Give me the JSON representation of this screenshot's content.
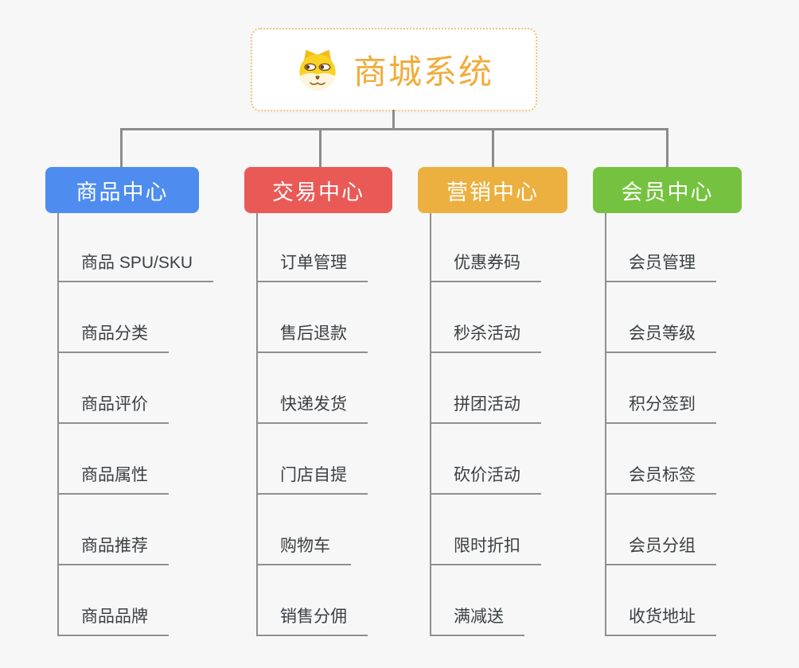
{
  "root": {
    "title": "商城系统",
    "icon": "doge-icon"
  },
  "colors": {
    "root_accent": "#f0ac3c",
    "root_border": "#f0c27a",
    "connector": "#8c8c8c",
    "item_text": "#3c4043",
    "background": "#f7f7f7"
  },
  "branches": [
    {
      "id": "product-center",
      "label": "商品中心",
      "color": "#4e8cef",
      "items": [
        "商品 SPU/SKU",
        "商品分类",
        "商品评价",
        "商品属性",
        "商品推荐",
        "商品品牌"
      ]
    },
    {
      "id": "trade-center",
      "label": "交易中心",
      "color": "#e95a56",
      "items": [
        "订单管理",
        "售后退款",
        "快递发货",
        "门店自提",
        "购物车",
        "销售分佣"
      ]
    },
    {
      "id": "marketing-center",
      "label": "营销中心",
      "color": "#ecb040",
      "items": [
        "优惠券码",
        "秒杀活动",
        "拼团活动",
        "砍价活动",
        "限时折扣",
        "满减送"
      ]
    },
    {
      "id": "member-center",
      "label": "会员中心",
      "color": "#74c23f",
      "items": [
        "会员管理",
        "会员等级",
        "积分签到",
        "会员标签",
        "会员分组",
        "收货地址"
      ]
    }
  ]
}
